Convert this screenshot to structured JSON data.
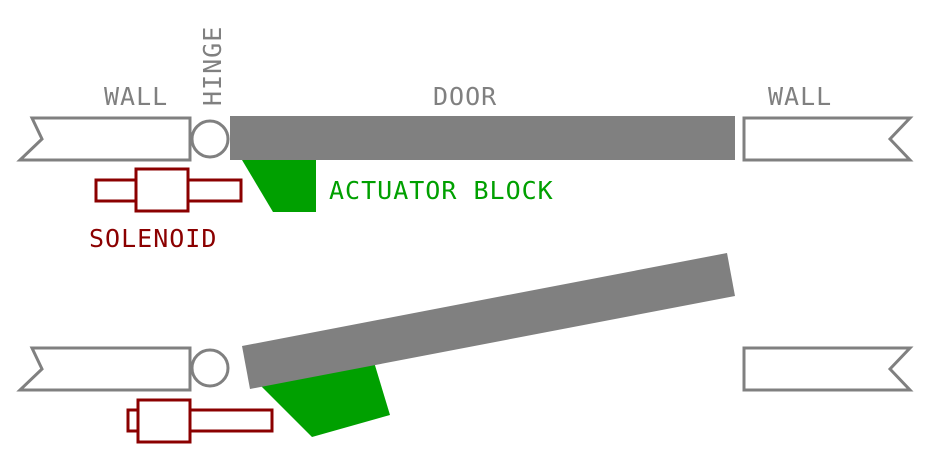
{
  "labels": {
    "wall_left": "WALL",
    "hinge": "HINGE",
    "door": "DOOR",
    "wall_right": "WALL",
    "actuator": "ACTUATOR BLOCK",
    "solenoid": "SOLENOID"
  },
  "colors": {
    "outline": "#808080",
    "door": "#808080",
    "actuator": "#00a000",
    "solenoid": "#8b0000",
    "background": "#ffffff"
  }
}
